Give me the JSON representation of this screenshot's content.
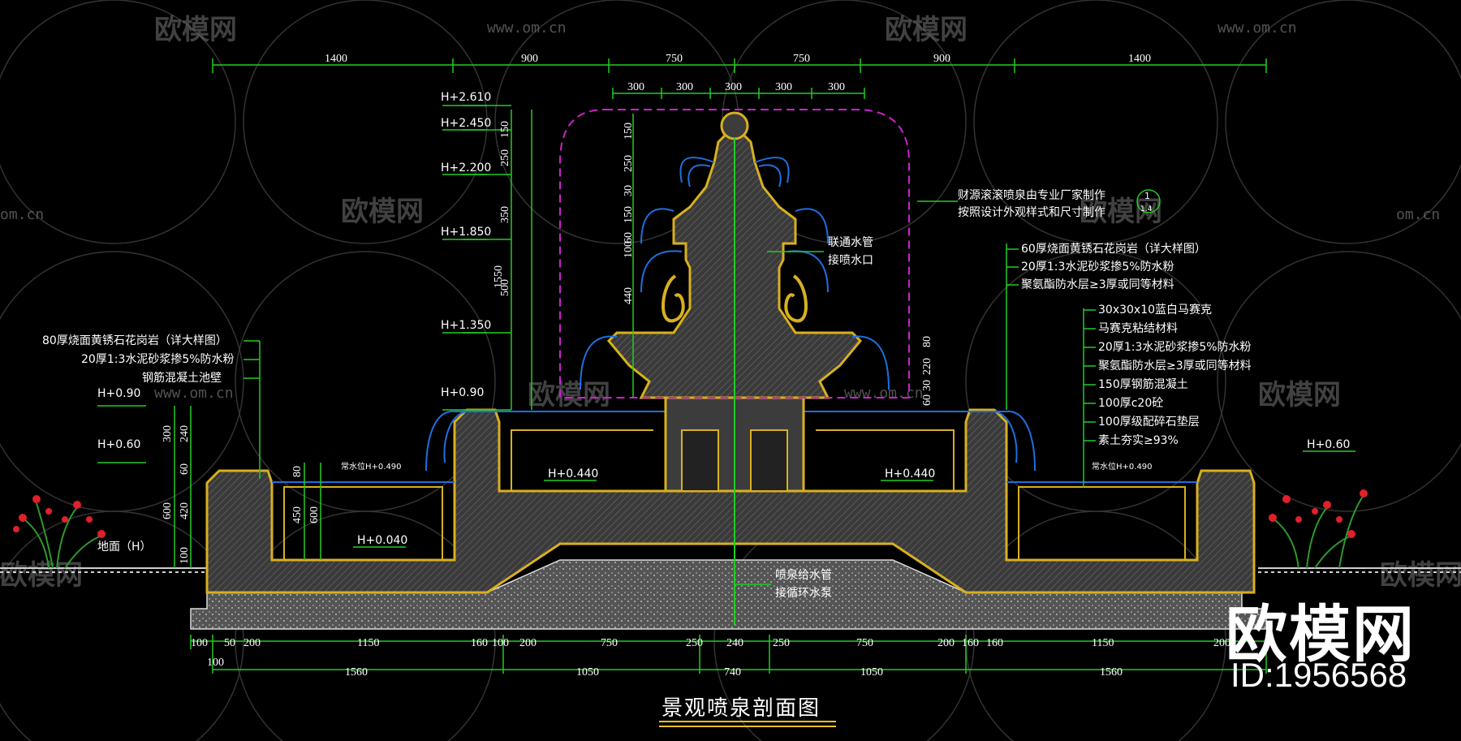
{
  "title": "景观喷泉剖面图",
  "brand": {
    "name": "欧模网",
    "id": "ID:1956568"
  },
  "watermark": {
    "name": "欧模网",
    "url": "www.om.cn",
    "url_short": "om.cn"
  },
  "colors": {
    "background": "#000000",
    "dim": "#22cc22",
    "concrete": "#3c3c3c",
    "gravel": "#6e6e6e",
    "outline": "#d8b020",
    "water": "#1e6fe0",
    "envelope": "#cc22cc"
  },
  "top_dims_1": [
    "1400",
    "900",
    "750",
    "750",
    "900",
    "1400"
  ],
  "top_dims_2": [
    "300",
    "300",
    "300",
    "300",
    "300"
  ],
  "bottom_dims_1": [
    "100",
    "50",
    "200",
    "1150",
    "160",
    "100",
    "200",
    "750",
    "250",
    "240",
    "250",
    "750",
    "200",
    "160",
    "160",
    "1150",
    "200"
  ],
  "bottom_dims_1b": [
    "100"
  ],
  "bottom_dims_2": [
    "1560",
    "1050",
    "740",
    "1050",
    "1560"
  ],
  "center_vertical_dims": [
    "150",
    "250",
    "30",
    "150",
    "60",
    "100",
    "440",
    "80",
    "220",
    "30",
    "60"
  ],
  "left_vertical_dims": [
    "150",
    "250",
    "350",
    "500",
    "1550",
    "450"
  ],
  "left_wall_dims": [
    "300",
    "240",
    "60",
    "600",
    "420",
    "100",
    "80",
    "450",
    "600"
  ],
  "right_small_dims": [
    "80",
    "220",
    "30",
    "60"
  ],
  "elevations": {
    "h2610": "H+2.610",
    "h2450": "H+2.450",
    "h2200": "H+2.200",
    "h1850": "H+1.850",
    "h1350": "H+1.350",
    "h090_upper": "H+0.90",
    "h090_left": "H+0.90",
    "h060_left": "H+0.60",
    "h060_right": "H+0.60",
    "h0440_left": "H+0.440",
    "h0440_right": "H+0.440",
    "h0040": "H+0.040",
    "ground": "地面（H）",
    "water_left": "常水位H+0.490",
    "water_right": "常水位H+0.490"
  },
  "notes": {
    "vendor_1": "财源滚滚喷泉由专业厂家制作",
    "vendor_2": "按照设计外观样式和尺寸制作",
    "callout_num": "1",
    "callout_sub": "1.4",
    "pipe_1": "联通水管",
    "pipe_2": "接喷水口",
    "right_top": [
      "60厚烧面黄锈石花岗岩（详大样图）",
      "20厚1:3水泥砂浆掺5%防水粉",
      "聚氨酯防水层≥3厚或同等材料"
    ],
    "right_mid": [
      "30x30x10蓝白马赛克",
      "马赛克粘结材料",
      "20厚1:3水泥砂浆掺5%防水粉",
      "聚氨酯防水层≥3厚或同等材料",
      "150厚钢筋混凝土",
      "100厚c20砼",
      "100厚级配碎石垫层",
      "素土夯实≥93%"
    ],
    "left": [
      "80厚烧面黄锈石花岗岩（详大样图）",
      "20厚1:3水泥砂浆掺5%防水粉",
      "钢筋混凝土池壁"
    ],
    "bottom_1": "喷泉给水管",
    "bottom_2": "接循环水泵"
  }
}
